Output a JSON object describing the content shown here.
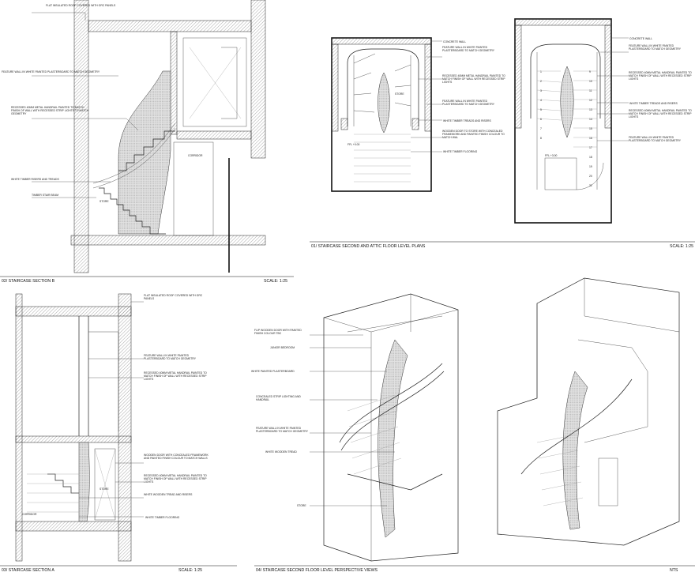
{
  "panels": {
    "section_b": {
      "caption": "02/ STAIRCASE SECTION B",
      "scale": "SCALE: 1:25",
      "notes": [
        "FLAT INSULATED ROOF COVERED WITH GRC PANELS",
        "FEATURE WALL IN WHITE PAINTED PLASTERBOARD TO MATCH GEOMETRY",
        "RECESSED 40MM METAL HANDRAIL PAINTED TO MATCH FINISH OF WALL WITH RECESSED STRIP LIGHTS TO MATCH GEOMETRY",
        "WHITE TIMBER RISERS AND TREADS",
        "TIMBER STAIR BEAM"
      ],
      "room_labels": [
        "CORRIDOR",
        "STORE"
      ]
    },
    "plans": {
      "caption": "01/ STAIRCASE SECOND AND ATTIC FLOOR LEVEL PLANS",
      "scale": "SCALE: 1:25",
      "notes_left": [
        "CONCRETE WALL",
        "FEATURE WALL IN WHITE PAINTED PLASTERBOARD TO MATCH GEOMETRY",
        "RECESSED 40MM METAL HANDRAIL PAINTED TO MATCH FINISH OF WALL WITH RECESSED STRIP LIGHTS",
        "FEATURE WALL IN WHITE PAINTED PLASTERBOARD TO MATCH GEOMETRY",
        "WHITE TIMBER TREADS AND RISERS",
        "WOODEN DOOR TO STORE WITH CONCEALED FRAMEWORK AND PAINTED FINISH COLOUR TO MATCH WAL",
        "WHITE TIMBER FLOORING"
      ],
      "notes_right": [
        "CONCRETE WALL",
        "FEATURE WALL IN WHITE PAINTED PLASTERBOARD TO MATCH GEOMETRY",
        "RECESSED 40MM METAL HANDRAIL PAINTED TO MATCH FINISH OF WALL WITH RECESSED STRIP LIGHTS",
        "WHITE TIMBER TREADS AND RISERS",
        "RECESSED 40MM METAL HANDRAIL PAINTED TO MATCH FINISH OF WALL WITH RECESSED STRIP LIGHTS",
        "FEATURE WALL IN WHITE PAINTED PLASTERBOARD TO MATCH GEOMETRY"
      ],
      "store_label": "STORE",
      "level_left": "FFL +0.00",
      "level_right": "FFL +3.00",
      "step_numbers": [
        "1",
        "2",
        "3",
        "4",
        "5",
        "6",
        "7",
        "8",
        "9",
        "10",
        "11",
        "12",
        "13",
        "14",
        "15",
        "16",
        "17",
        "18",
        "19",
        "20",
        "21"
      ]
    },
    "section_a": {
      "caption": "03/ STAIRCASE  SECTION A",
      "scale": "SCALE: 1:25",
      "notes": [
        "FLAT INSULATED ROOF COVERED WITH GRC PANELS",
        "FEATURE WALL IN WHITE PAINTED PLASTERBOARD TO MATCH GEOMETRY",
        "RECESSED 40MM METAL HANDRAIL PAINTED TO MATCH FINISH OF WALL WITH RECESSED STRIP LIGHTS",
        "WOODEN DOOR WITH CONCEALED FRAMEWORK AND PAINTED FINISH COLOUR TO MATCH WALLS",
        "RECESSED 40MM METAL HANDRAIL PAINTED TO MATCH FINISH OF WALL WITH RECESSED STRIP LIGHTS",
        "WHITE WOODEN TREAD AND RISERS",
        "WHITE TIMBER FLOORING"
      ],
      "room_labels": [
        "CORRIDOR",
        "STORE"
      ]
    },
    "perspectives": {
      "caption": "04/ STAIRCASE SECOND FLOOR LEVEL  PERSPECTIVE VIEWS",
      "scale": "NTS",
      "notes": [
        "FLIP WOODEN DOOR WITH PAINTED FINISH COLOUR TBC",
        "JUNIOR BEDROOM",
        "WHITE PAINTED PLASTERBOARD",
        "CONCEALED STRIP LIGHTING AND HANDRAIL",
        "FEATURE WALL IN WHITE PAINTED PLASTERBOARD TO MATCH GEOMETRY",
        "WHITE WOODEN TREAD",
        "STORE"
      ]
    }
  },
  "colors": {
    "ink": "#111111",
    "hatch": "#555555",
    "paper": "#ffffff"
  }
}
